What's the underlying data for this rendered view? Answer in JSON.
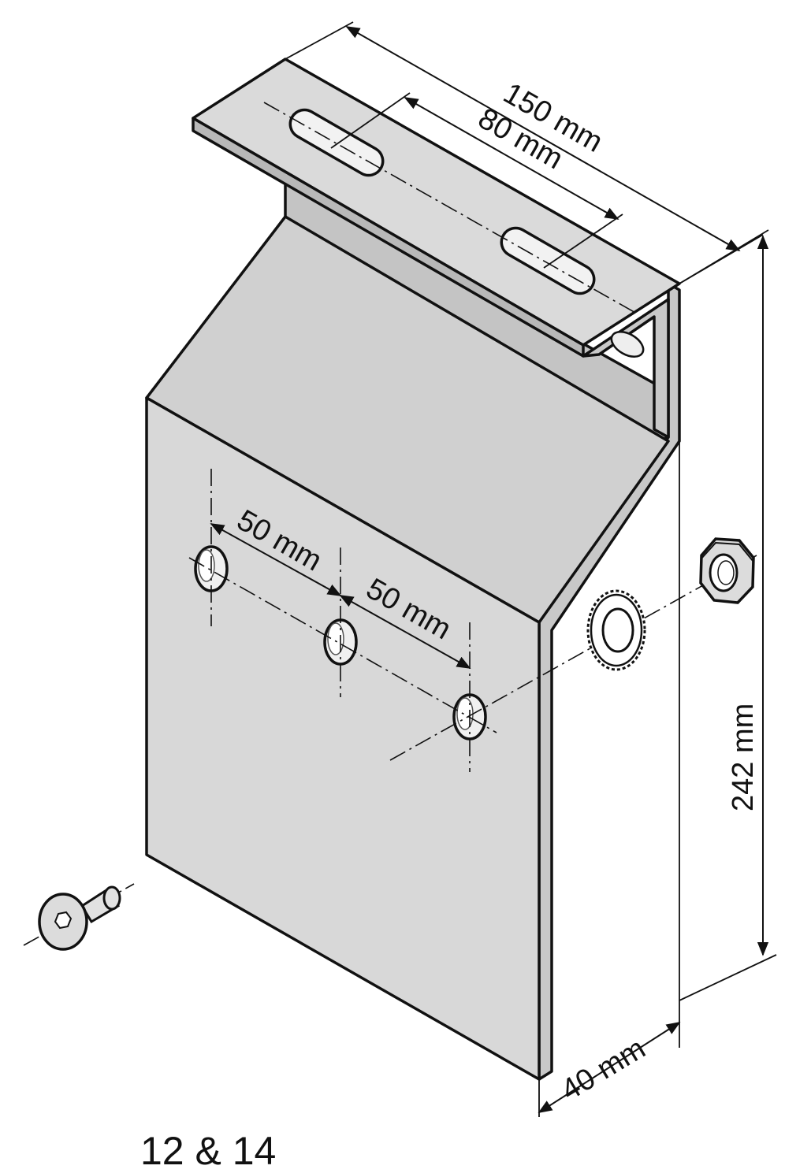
{
  "diagram": {
    "caption": "12 & 14",
    "dimensions": {
      "total_length": "150 mm",
      "slot_spacing": "80 mm",
      "hole_spacing_1": "50 mm",
      "hole_spacing_2": "50 mm",
      "height": "242 mm",
      "depth": "40 mm"
    },
    "parts": {
      "bracket": "mounting-bracket",
      "screw": "screw-icon",
      "washer": "lock-washer-icon",
      "nut": "hex-nut-icon"
    },
    "colors": {
      "plate_fill": "#d6d6d6",
      "plate_shade": "#bdbdbd",
      "line": "#111111"
    }
  }
}
